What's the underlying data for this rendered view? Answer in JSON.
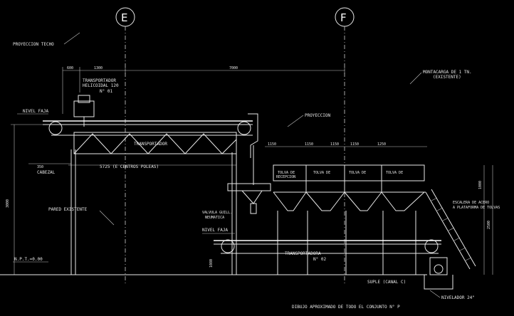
{
  "grid": {
    "axis_e": "E",
    "axis_f": "F"
  },
  "dims": {
    "d600": "600",
    "d1300": "1300",
    "d7000": "7000",
    "d350": "350",
    "d5725": "5725 (E CENTROS POLEAS)",
    "d1150a": "1150",
    "d1150b": "1150",
    "d1150c": "1150",
    "d1150d": "1150",
    "d1250": "1250",
    "d2500": "2500",
    "d1000": "1000",
    "d3000": "3000",
    "d1080": "1080"
  },
  "labels": {
    "proyeccion_techo": "PROYECCION TECHO",
    "transportador_top": "TRANSPORTADOR",
    "helicoidal_top": "HELICOIDAL 120",
    "n01": "N° 01",
    "nivel_faja_top": "NIVEL FAJA",
    "tornillo": "TRANSPORTADOR",
    "cabezal": "CABEZAL",
    "pared_existente": "PARED EXISTENTE",
    "npt": "N.P.T.=0.00",
    "nivel_faja_bottom": "NIVEL FAJA",
    "valvula": "VALVULA GUILL.",
    "neumatica": "NEUMATICA",
    "transportadora_02": "TRANSPORTADORA",
    "n02": "N° 02",
    "proyeccion": "PROYECCION",
    "montacarga": "MONTACARGA DE 1 TN.",
    "existente": "(EXISTENTE)",
    "tolva": "TOLVA DE",
    "tolva2": "RECEPCION",
    "escalera": "ESCALERA DE ACERO",
    "escalera2": "A PLATAFORMA DE TOLVAS",
    "suple": "SUPLE (CANAL C)",
    "nivelador": "NIVELADOR 24\"",
    "footer": "DIBUJO APROXIMADO DE TODO EL CONJUNTO   N° P"
  }
}
